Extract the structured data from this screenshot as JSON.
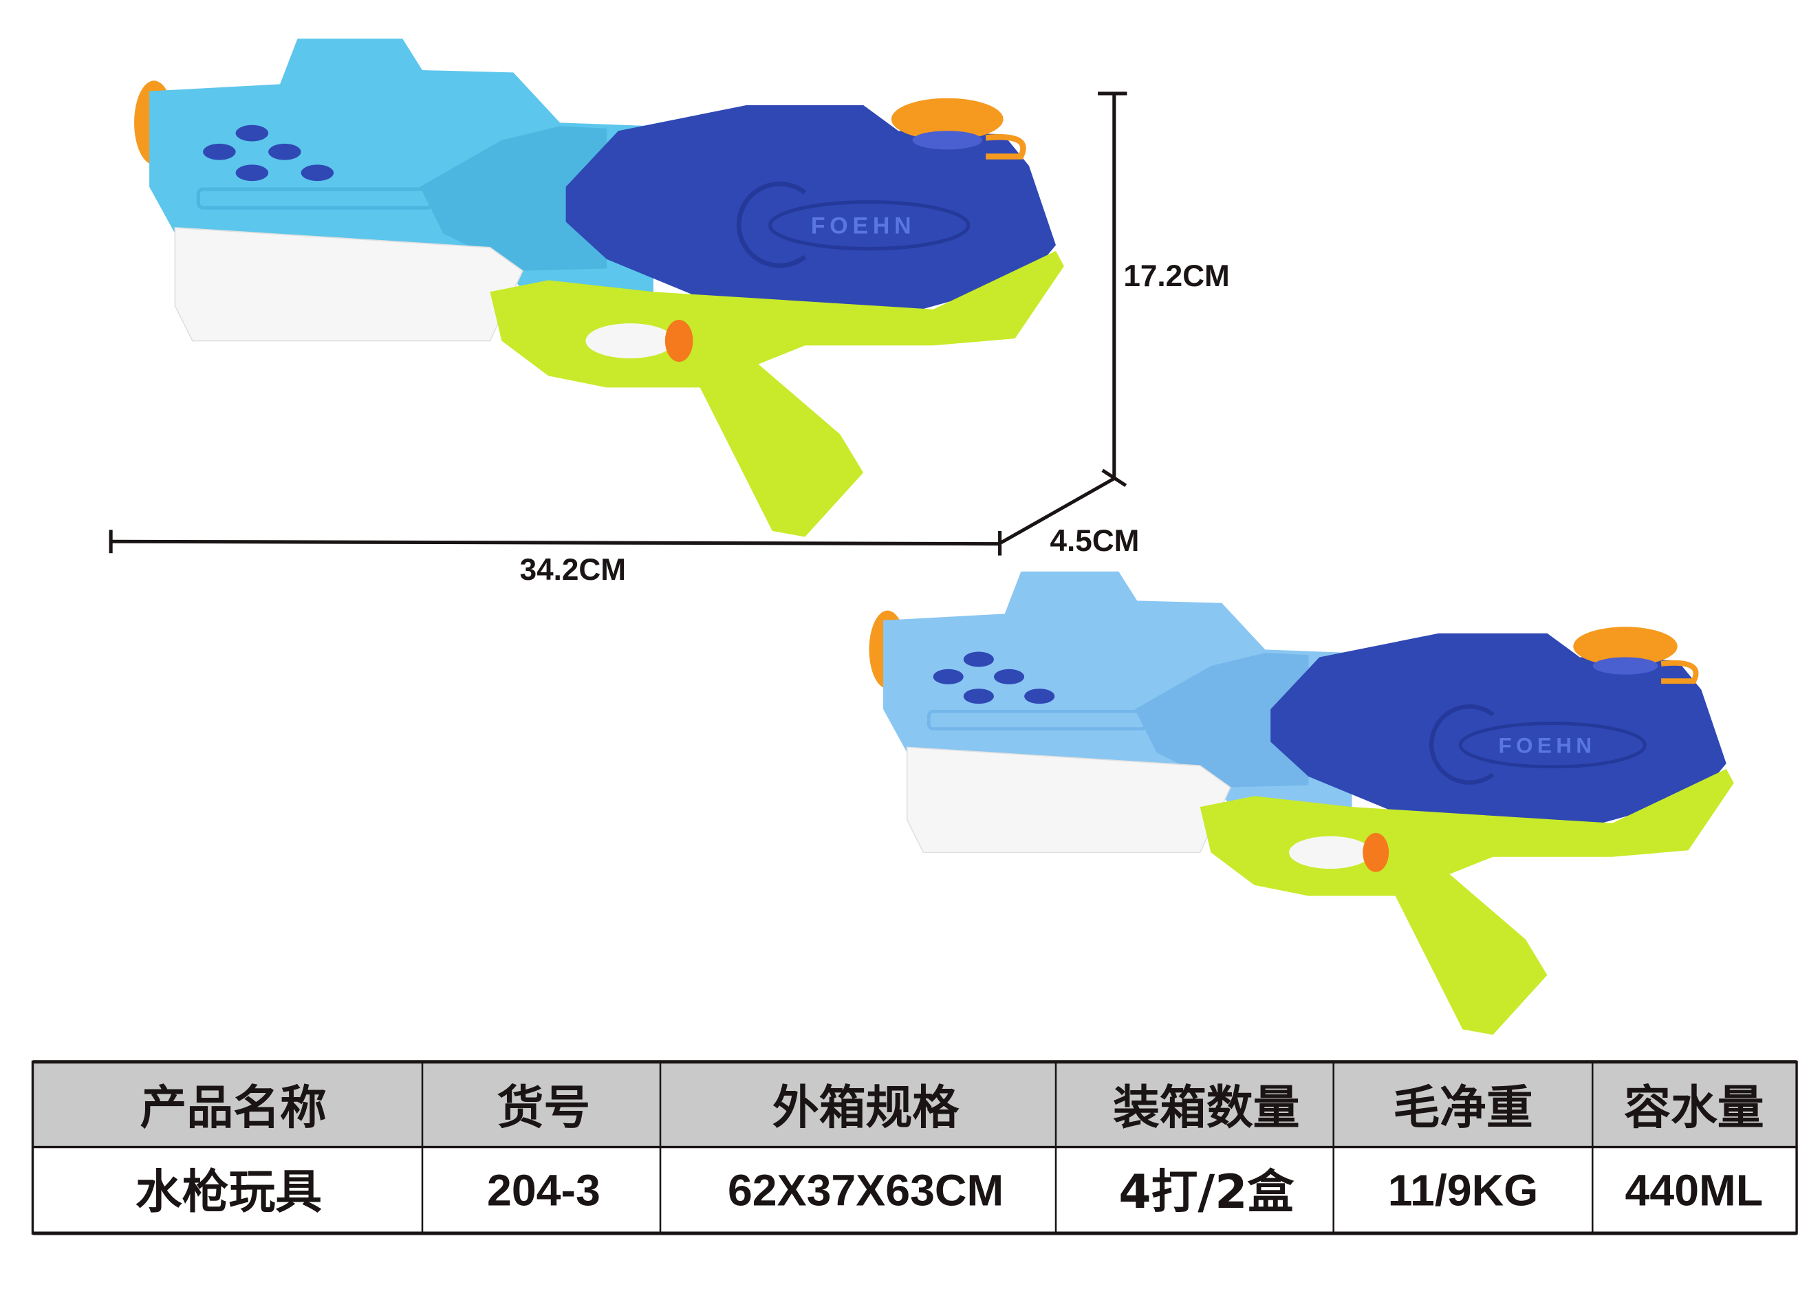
{
  "product_images": {
    "logo_text": "FOEHN",
    "colors": {
      "light_blue": "#5cc6ec",
      "light_blue_alt": "#8ac6f2",
      "dark_blue": "#2f48b4",
      "lime": "#c8ea2a",
      "orange": "#f59a1e",
      "white": "#f6f6f6"
    }
  },
  "dimensions": {
    "length": "34.2CM",
    "height": "17.2CM",
    "depth": "4.5CM"
  },
  "spec_table": {
    "headers": [
      "产品名称",
      "货号",
      "外箱规格",
      "装箱数量",
      "毛净重",
      "容水量"
    ],
    "values": [
      "水枪玩具",
      "204-3",
      "62X37X63CM",
      "4打/2盒",
      "11/9KG",
      "440ML"
    ],
    "header_bg": "#c9c9ca"
  }
}
